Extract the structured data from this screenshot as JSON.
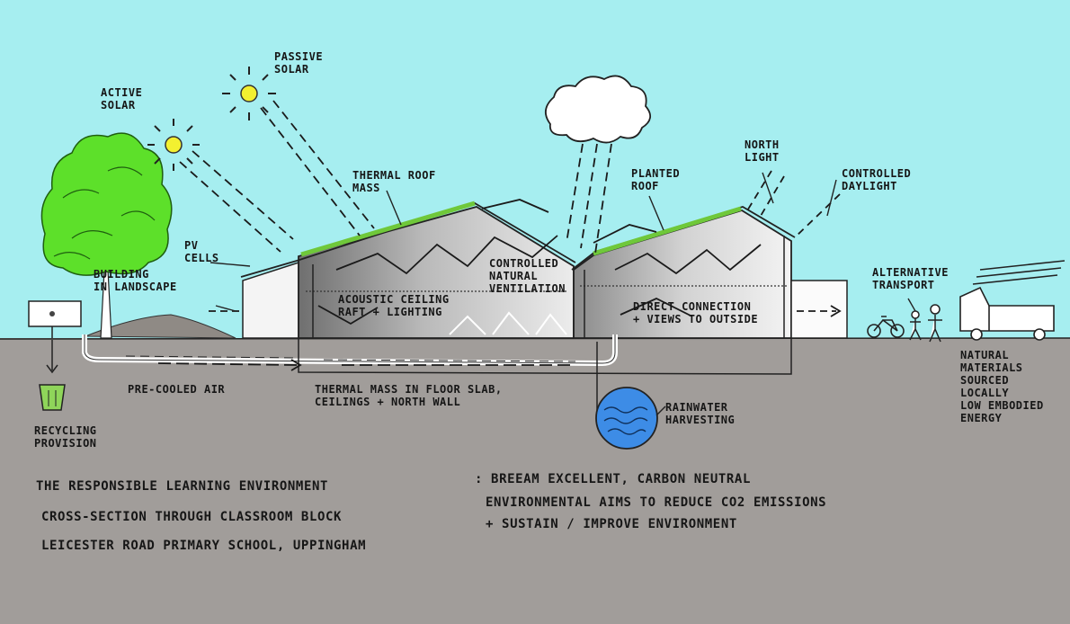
{
  "colors": {
    "sky": "#a6eef0",
    "ground": "#a19d9a",
    "tree": "#5de02a",
    "roof_planting": "#6fc83a",
    "rainwater": "#3d8ce6",
    "bin": "#8fd55a"
  },
  "labels": {
    "active_solar": "ACTIVE\nSOLAR",
    "passive_solar": "PASSIVE\nSOLAR",
    "thermal_roof_mass": "THERMAL ROOF\nMASS",
    "planted_roof": "PLANTED\nROOF",
    "north_light": "NORTH\nLIGHT",
    "controlled_daylight": "CONTROLLED\nDAYLIGHT",
    "pv_cells": "PV\nCELLS",
    "building_in_landscape": "BUILDING\nIN LANDSCAPE",
    "acoustic_ceiling": "ACOUSTIC CEILING\nRAFT + LIGHTING",
    "controlled_ventilation": "CONTROLLED\nNATURAL\nVENTILATION",
    "direct_connection": "DIRECT CONNECTION\n+ VIEWS TO OUTSIDE",
    "alternative_transport": "ALTERNATIVE\nTRANSPORT",
    "pre_cooled_air": "PRE-COOLED AIR",
    "thermal_mass_floor": "THERMAL MASS IN FLOOR SLAB,\nCEILINGS + NORTH WALL",
    "rainwater_harvesting": "RAINWATER\nHARVESTING",
    "recycling_provision": "RECYCLING\nPROVISION",
    "natural_materials": "NATURAL\nMATERIALS\nSOURCED\nLOCALLY\nLOW EMBODIED\nENERGY"
  },
  "caption": {
    "title": "THE RESPONSIBLE LEARNING ENVIRONMENT",
    "line2": "CROSS-SECTION THROUGH CLASSROOM BLOCK",
    "line3": "LEICESTER ROAD PRIMARY SCHOOL, UPPINGHAM",
    "right1": ": BREEAM EXCELLENT, CARBON NEUTRAL",
    "right2": "ENVIRONMENTAL AIMS TO REDUCE CO2 EMISSIONS",
    "right3": "+ SUSTAIN / IMPROVE ENVIRONMENT"
  },
  "icons": {
    "sun": "sun-icon",
    "cloud": "cloud-icon",
    "tree": "tree-icon",
    "bin": "recycling-bin-icon",
    "water": "rainwater-tank-icon",
    "bicycle": "bicycle-icon",
    "people": "people-icon",
    "truck": "truck-icon"
  }
}
